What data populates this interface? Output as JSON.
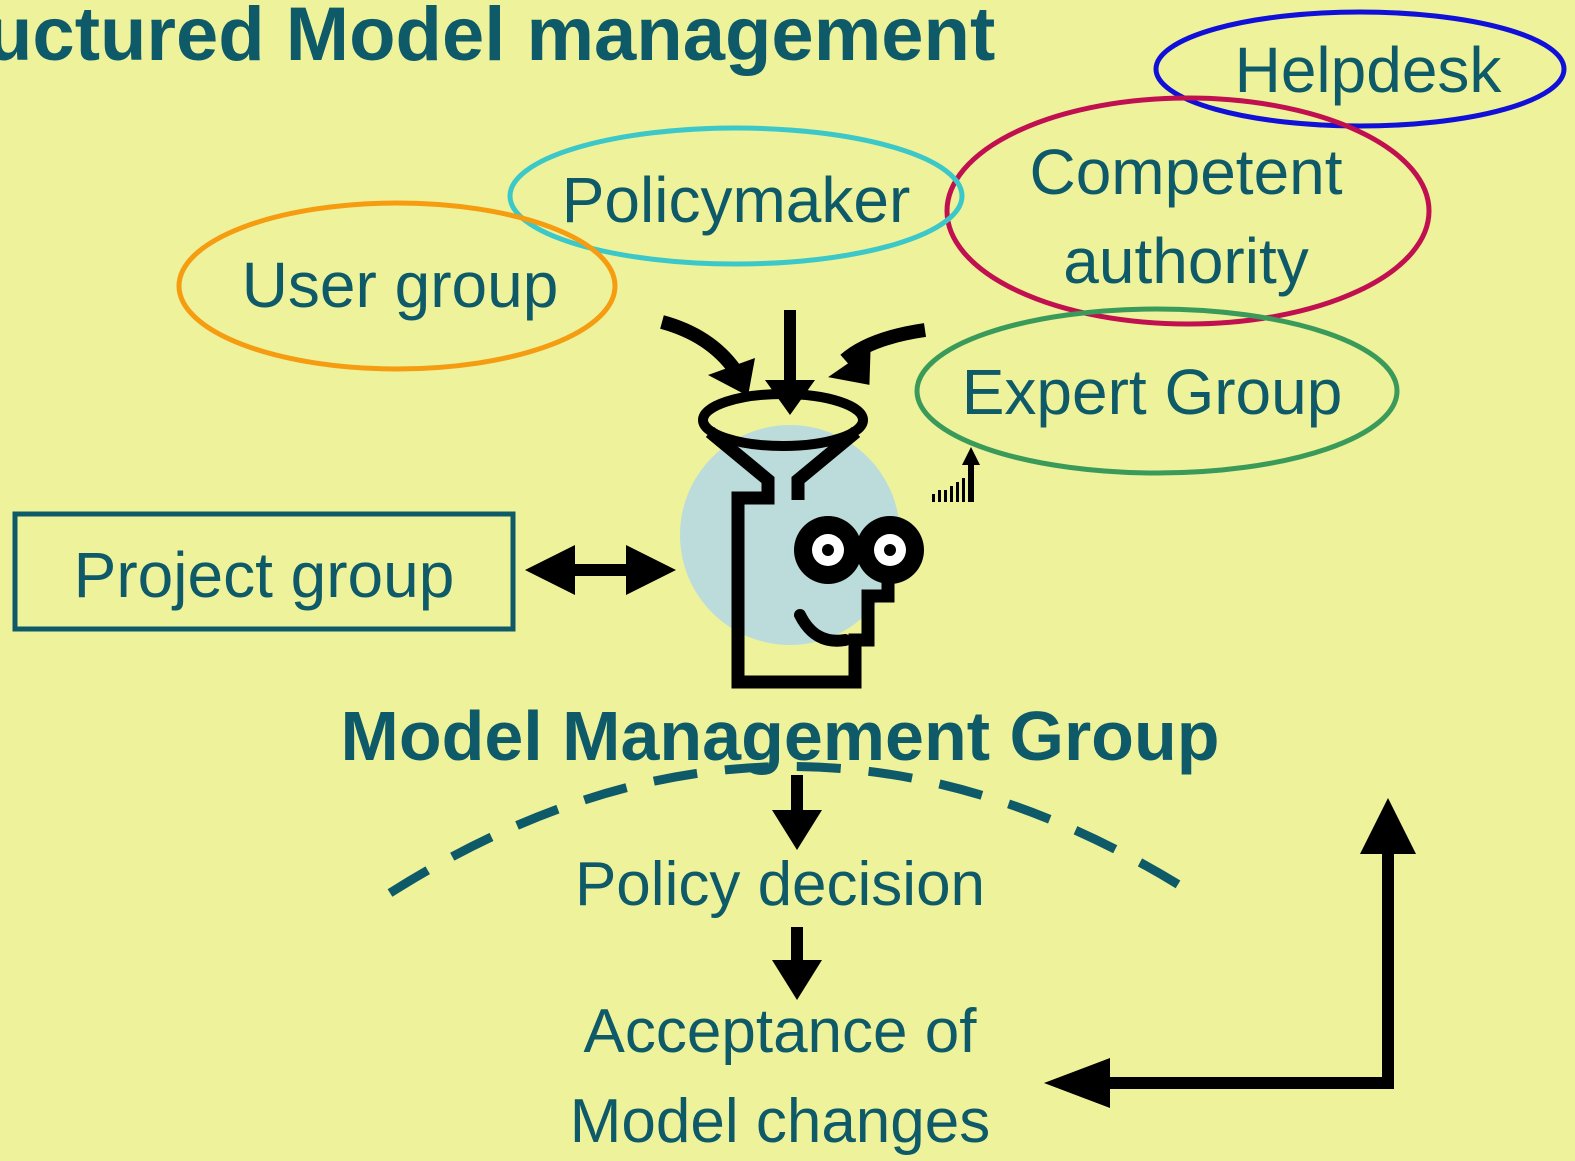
{
  "title": "uctured Model management",
  "center_label": "Model Management Group",
  "stakeholders": {
    "helpdesk": "Helpdesk",
    "policymaker": "Policymaker",
    "competent_authority": [
      "Competent",
      "authority"
    ],
    "user_group": "User group",
    "expert_group": "Expert Group",
    "project_group": "Project group"
  },
  "flow": {
    "policy_decision": "Policy decision",
    "acceptance": [
      "Acceptance of",
      "Model changes"
    ]
  },
  "colors": {
    "background": "#eef29a",
    "text": "#0e5a68",
    "helpdesk_outline": "#1010d8",
    "policymaker_outline": "#3cc8c8",
    "competent_authority_outline": "#c01050",
    "user_group_outline": "#f59c10",
    "expert_group_outline": "#3a9a5a",
    "project_group_outline": "#0e5a68",
    "arrows": "#000000",
    "dashed_arc": "#0e5a68",
    "head_halo": "#bcdcdc"
  },
  "icons": {
    "central_figure": "funnel-head-thinker-icon"
  }
}
